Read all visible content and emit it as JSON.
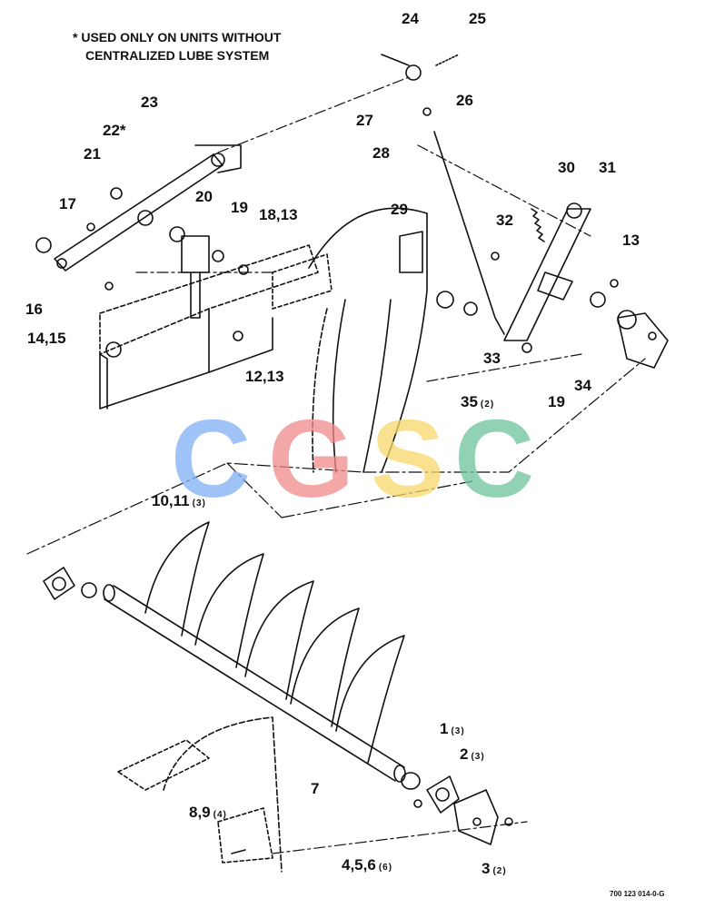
{
  "note": {
    "line1": "* USED ONLY ON UNITS WITHOUT",
    "line2": "CENTRALIZED LUBE SYSTEM"
  },
  "drawing_code": "700 123 014-0-G",
  "watermark": {
    "letters": [
      "C",
      "G",
      "S",
      "C"
    ],
    "colors": [
      "#7fb0f5",
      "#f08a8a",
      "#f7d86a",
      "#6cc49a"
    ]
  },
  "callouts": [
    {
      "id": "c24",
      "text": "24",
      "qty": ""
    },
    {
      "id": "c25",
      "text": "25",
      "qty": ""
    },
    {
      "id": "c23",
      "text": "23",
      "qty": ""
    },
    {
      "id": "c22",
      "text": "22*",
      "qty": ""
    },
    {
      "id": "c27",
      "text": "27",
      "qty": ""
    },
    {
      "id": "c26",
      "text": "26",
      "qty": ""
    },
    {
      "id": "c28",
      "text": "28",
      "qty": ""
    },
    {
      "id": "c21",
      "text": "21",
      "qty": ""
    },
    {
      "id": "c30",
      "text": "30",
      "qty": ""
    },
    {
      "id": "c31",
      "text": "31",
      "qty": ""
    },
    {
      "id": "c20",
      "text": "20",
      "qty": ""
    },
    {
      "id": "c17",
      "text": "17",
      "qty": ""
    },
    {
      "id": "c19a",
      "text": "19",
      "qty": ""
    },
    {
      "id": "c1813",
      "text": "18,13",
      "qty": ""
    },
    {
      "id": "c29",
      "text": "29",
      "qty": ""
    },
    {
      "id": "c32",
      "text": "32",
      "qty": ""
    },
    {
      "id": "c13",
      "text": "13",
      "qty": ""
    },
    {
      "id": "c16",
      "text": "16",
      "qty": ""
    },
    {
      "id": "c1415",
      "text": "14,15",
      "qty": ""
    },
    {
      "id": "c33",
      "text": "33",
      "qty": ""
    },
    {
      "id": "c1213",
      "text": "12,13",
      "qty": ""
    },
    {
      "id": "c34",
      "text": "34",
      "qty": ""
    },
    {
      "id": "c35",
      "text": "35",
      "qty": "(2)"
    },
    {
      "id": "c19b",
      "text": "19",
      "qty": ""
    },
    {
      "id": "c1011",
      "text": "10,11",
      "qty": "(3)"
    },
    {
      "id": "c1",
      "text": "1",
      "qty": "(3)"
    },
    {
      "id": "c2",
      "text": "2",
      "qty": "(3)"
    },
    {
      "id": "c7",
      "text": "7",
      "qty": ""
    },
    {
      "id": "c89",
      "text": "8,9",
      "qty": "(4)"
    },
    {
      "id": "c456",
      "text": "4,5,6",
      "qty": "(6)"
    },
    {
      "id": "c3",
      "text": "3",
      "qty": "(2)"
    }
  ]
}
